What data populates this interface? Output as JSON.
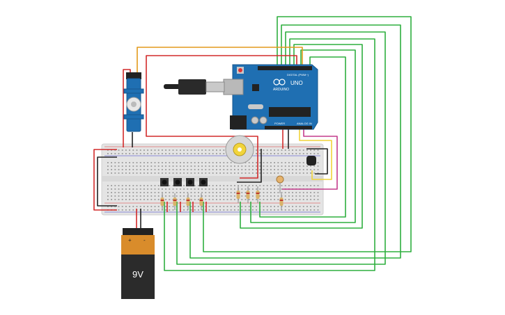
{
  "arduino": {
    "brand": "ARDUINO",
    "model": "UNO",
    "digital_label": "DIGITAL (PWM~)",
    "power_label": "POWER",
    "analog_label": "ANALOG IN"
  },
  "battery": {
    "voltage_label": "9V",
    "plus_label": "+",
    "minus_label": "-"
  },
  "colors": {
    "board_blue": "#1f6fb2",
    "wire_green": "#2eaf3f",
    "wire_red": "#d22a2a",
    "wire_orange": "#e39a1c",
    "wire_yellow": "#f1d43a",
    "wire_magenta": "#c43b8c",
    "wire_black": "#222222",
    "breadboard": "#e6e6e6",
    "battery_body": "#2b2b2b",
    "battery_top": "#d98c2b"
  },
  "icons": [
    "servo-motor-icon",
    "usb-cable-icon",
    "dc-motor-icon",
    "pushbutton-icon",
    "resistor-icon",
    "photoresistor-icon",
    "temperature-sensor-icon"
  ]
}
